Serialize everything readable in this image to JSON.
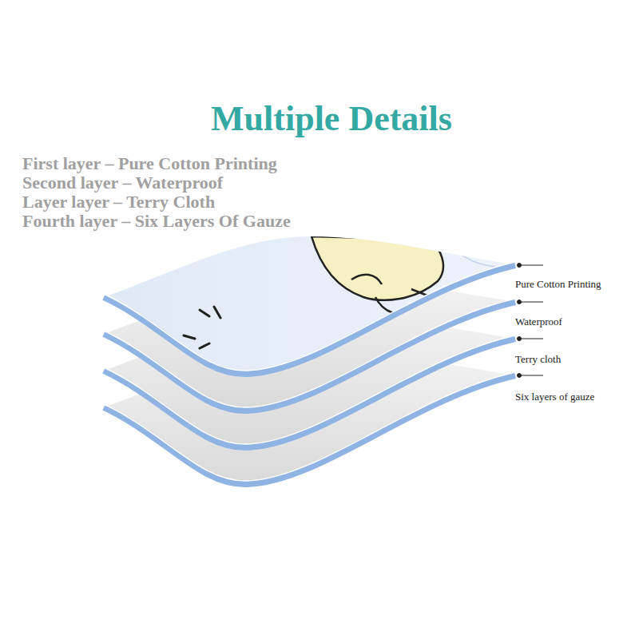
{
  "diagram": {
    "title": "Multiple Details",
    "labels": [
      "First layer – Pure Cotton Printing",
      "Second layer – Waterproof",
      "Layer layer – Terry Cloth",
      "Fourth layer – Six Layers Of Gauze",
      "Pure Cotton Printing",
      "Waterproof",
      "Terry cloth",
      "Six layers of gauze"
    ]
  }
}
